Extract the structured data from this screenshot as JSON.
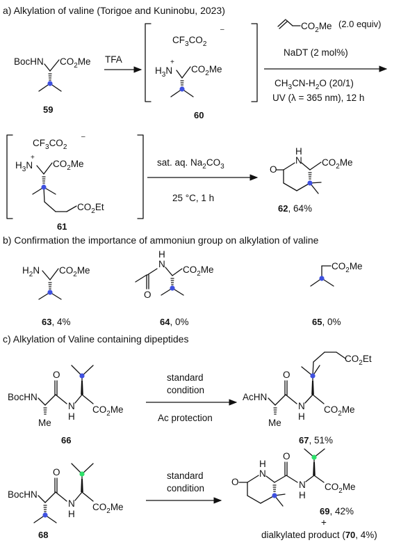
{
  "sections": {
    "a": "a) Alkylation of valine (Torigoe and Kuninobu, 2023)",
    "b": "b) Confirmation the importance of ammoniun group on alkylation of valine",
    "c": "c) Alkylation of Valine containing dipeptides"
  },
  "labels": {
    "bochn": "BocHN",
    "co2me": "CO",
    "me": "Me",
    "tfa": "TFA",
    "cf3": "CF",
    "h3n": "H",
    "h2n": "H",
    "co2et": "CO",
    "acn": "AcHN",
    "h": "H",
    "o": "O",
    "plus": "+"
  },
  "conditions": {
    "acrylate_equiv": "(2.0 equiv)",
    "nadt": "NaDT (2 mol%)",
    "solvent": "CH",
    "uv": "UV (λ = 365 nm), 12 h",
    "base": "sat. aq. Na",
    "temp": "25 °C, 1 h",
    "standard1": "standard",
    "standard2": "condition",
    "ac_protection": "Ac protection"
  },
  "compounds": {
    "c59": "59",
    "c60": "60",
    "c61": "61",
    "c62": "62",
    "c62_yield": ", 64%",
    "c63": "63",
    "c63_yield": ", 4%",
    "c64": "64",
    "c64_yield": ", 0%",
    "c65": "65",
    "c65_yield": ", 0%",
    "c66": "66",
    "c67": "67",
    "c67_yield": ", 51%",
    "c68": "68",
    "c69": "69",
    "c69_yield": ", 42%",
    "dialkyl_pre": "dialkylated product (",
    "c70": "70",
    "dialkyl_post": ", 4%)"
  },
  "colors": {
    "blue_dot": "#3f51e0",
    "green_dot": "#2ee06a",
    "line": "#111111"
  }
}
